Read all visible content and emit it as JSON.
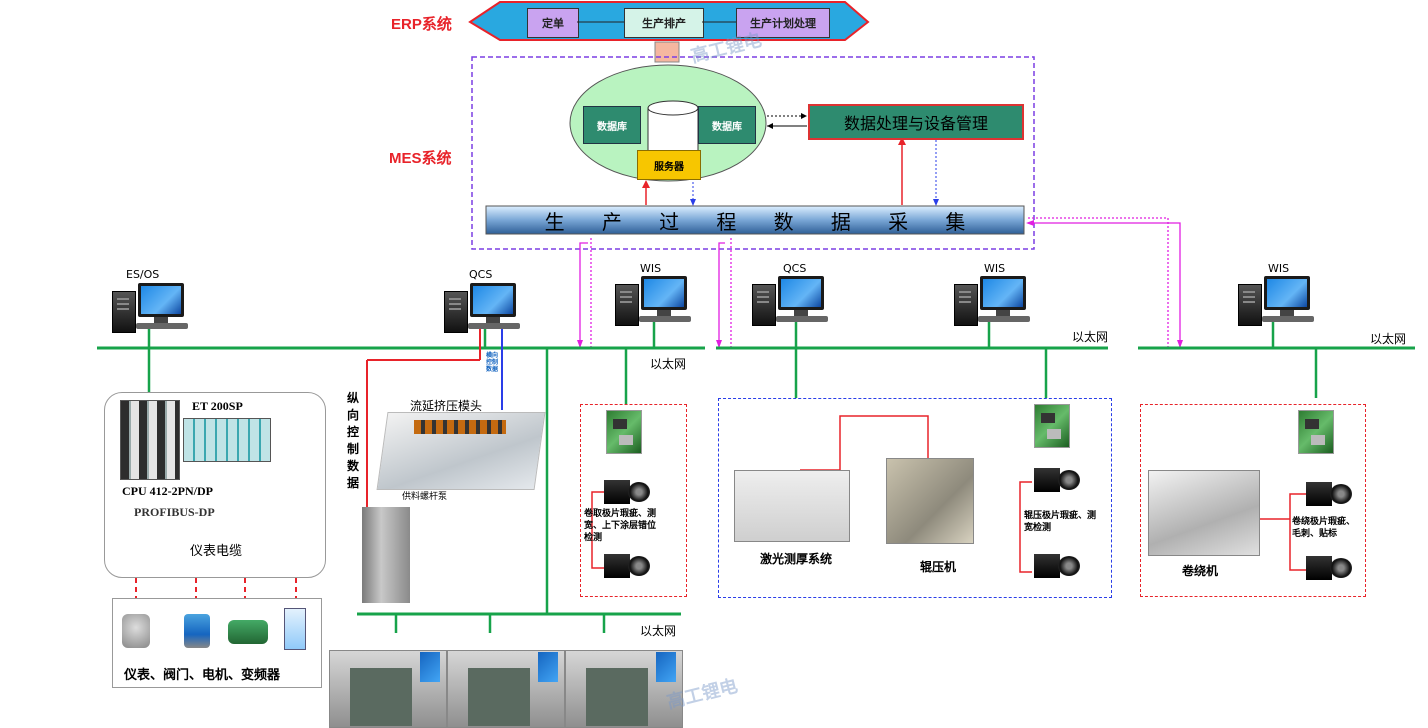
{
  "erp": {
    "label": "ERP系统",
    "items": [
      "定单",
      "生产排产",
      "生产计划处理"
    ]
  },
  "mes": {
    "label": "MES系统",
    "db_left": "数据库",
    "db_right": "数据库",
    "server": "服务器",
    "processing": "数据处理与设备管理",
    "acquisition": [
      "生",
      "产",
      "过",
      "程",
      "数",
      "据",
      "采",
      "集"
    ]
  },
  "computers": {
    "es_os": "ES/OS",
    "qcs1": "QCS",
    "wis1": "WIS",
    "qcs2": "QCS",
    "wis2": "WIS",
    "wis3": "WIS"
  },
  "ethernet": {
    "label": "以太网"
  },
  "plc": {
    "et": "ET 200SP",
    "cpu": "CPU 412-2PN/DP",
    "profibus": "PROFIBUS-DP",
    "cable": "仪表电缆"
  },
  "field_devices": "仪表、阀门、电机、变频器",
  "extrusion": {
    "die": "流延挤压模头",
    "pump": "供料螺杆泵",
    "vertical": [
      "纵",
      "向",
      "控",
      "制",
      "数",
      "据"
    ],
    "lateral": "横向控制数据"
  },
  "inspection": {
    "coating": [
      "卷取极片瑕疵、测",
      "宽、上下涂层错位",
      "检测"
    ],
    "laser": "激光测厚系统",
    "roller_text": [
      "辊压极片瑕疵、测",
      "宽检测"
    ],
    "roller": "辊压机",
    "winding_text": [
      "卷绕极片瑕疵、",
      "毛刺、贴标"
    ],
    "winding": "卷绕机"
  },
  "watermark": "高工锂电",
  "colors": {
    "red": "#e8232a",
    "green": "#17a34a",
    "magenta": "#e11ee1",
    "blue": "#2a3ee8",
    "purple": "#8e24aa"
  }
}
